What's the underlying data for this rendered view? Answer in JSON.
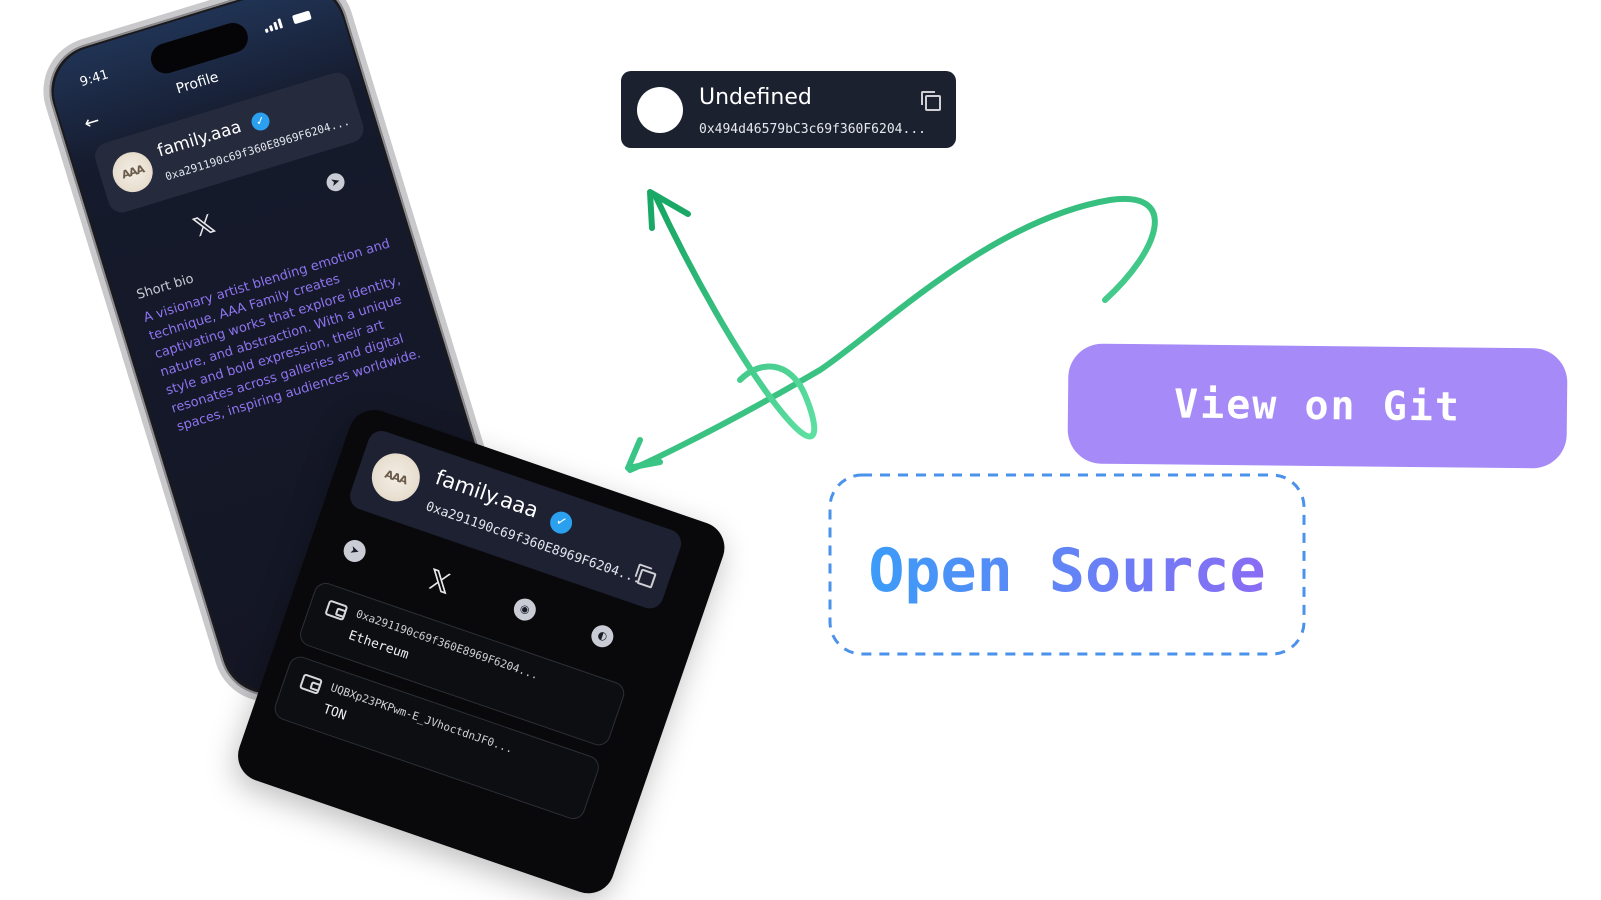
{
  "phone": {
    "status_time": "9:41",
    "title": "Profile",
    "back_icon": "arrow-left-icon",
    "profile": {
      "avatar_text": "AAA",
      "name": "family.aaa",
      "address": "0xa291190c69f360E8969F6204..."
    },
    "bio_label": "Short bio",
    "bio_text": "A visionary artist blending emotion and technique, AAA Family creates captivating works that explore identity, nature, and abstraction. With a unique style and bold expression, their art resonates across galleries and digital spaces, inspiring audiences worldwide."
  },
  "card": {
    "avatar_text": "AAA",
    "name": "family.aaa",
    "address": "0xa291190c69f360E8969F6204...",
    "socials": [
      "telegram-icon",
      "x-icon",
      "discord-icon",
      "github-icon"
    ],
    "wallets": [
      {
        "address": "0xa291190c69f360E8969F6204...",
        "chain": "Ethereum"
      },
      {
        "address": "UQBXp23PKPwm-E_JVhoctdnJF0...",
        "chain": "TON"
      }
    ]
  },
  "undefined_card": {
    "name": "Undefined",
    "address": "0x494d46579bC3c69f360F6204..."
  },
  "git_button": {
    "label": "View on Git",
    "color": "#a68af8"
  },
  "open_source": {
    "label": "Open Source",
    "gradient": [
      "#3b9cf8",
      "#8a6cf4"
    ]
  },
  "colors": {
    "arrow": "#2ebf7a",
    "bio": "#8d74f0",
    "verify": "#2aa0ef"
  }
}
